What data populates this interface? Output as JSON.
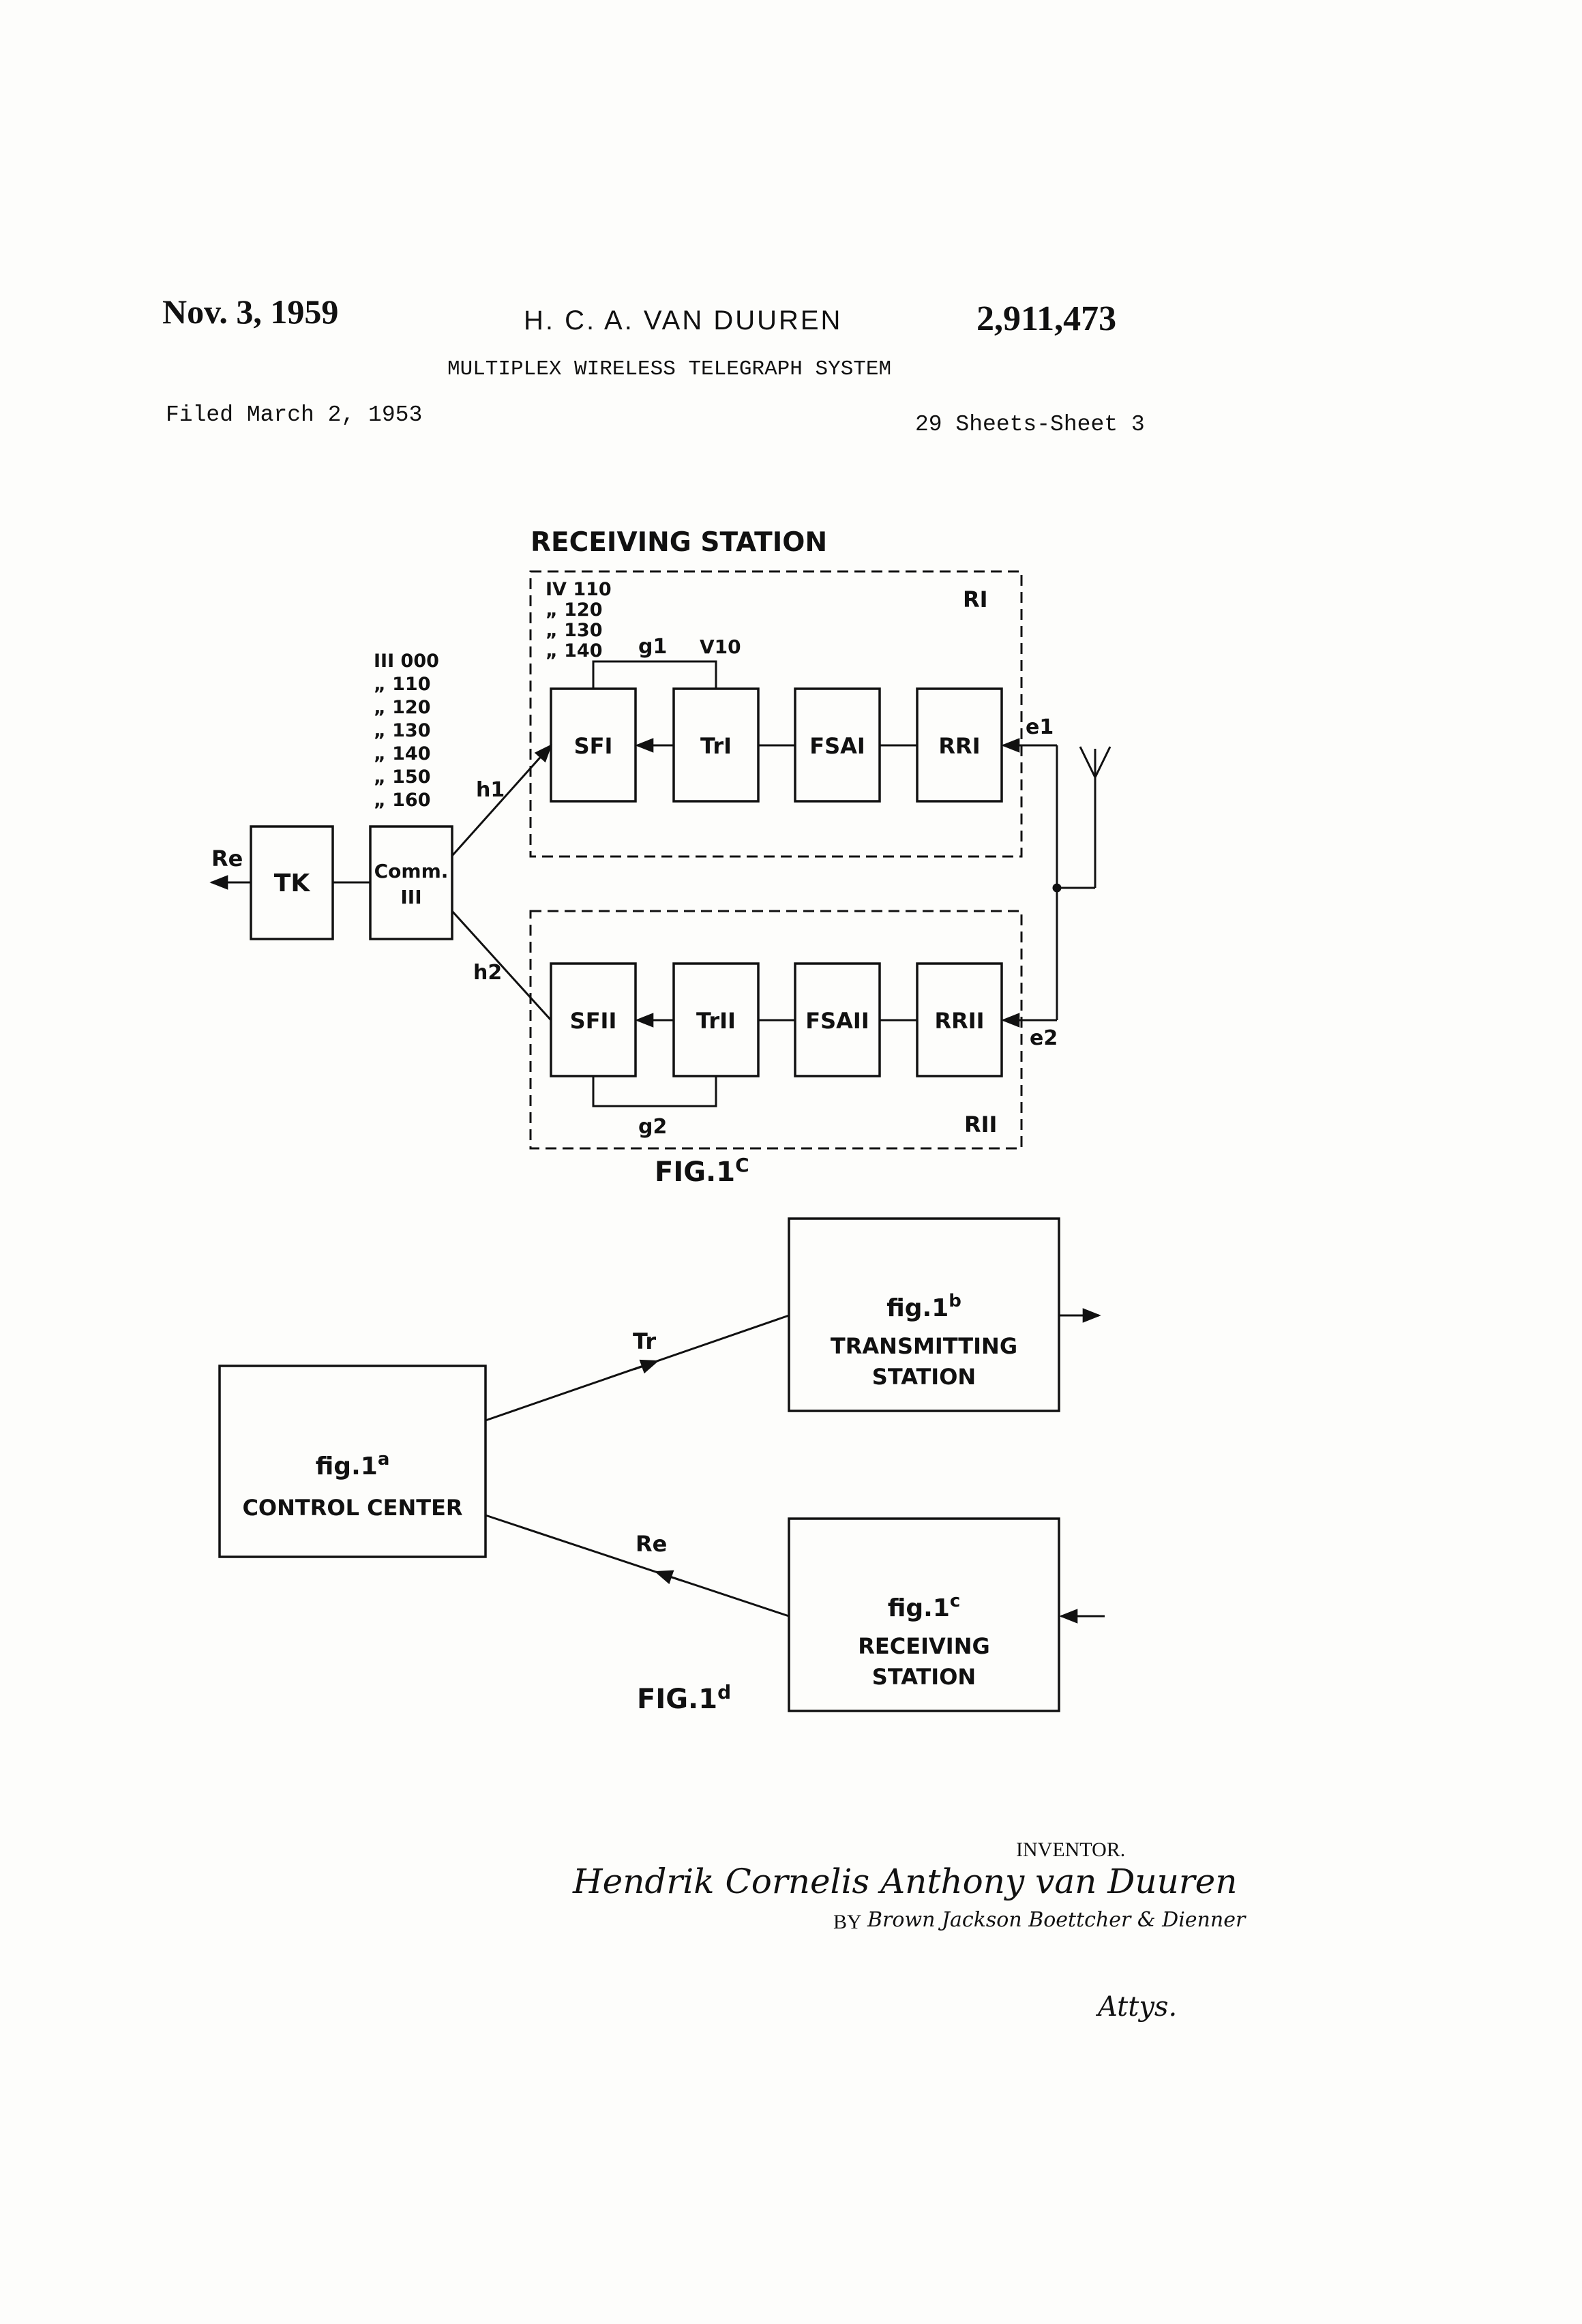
{
  "header": {
    "date": "Nov. 3, 1959",
    "inventor_name": "H. C. A. VAN DUUREN",
    "patent_number": "2,911,473",
    "title": "MULTIPLEX WIRELESS TELEGRAPH SYSTEM",
    "filed": "Filed March 2, 1953",
    "sheets": "29 Sheets-Sheet 3"
  },
  "fig1c": {
    "heading": "RECEIVING STATION",
    "caption_main": "FIG.1",
    "caption_sup": "C",
    "group1_label": "RI",
    "group2_label": "RII",
    "iv_list": [
      "IV 110",
      "„ 120",
      "„ 130",
      "„ 140"
    ],
    "iii_list": [
      "III 000",
      "„ 110",
      "„ 120",
      "„ 130",
      "„ 140",
      "„ 150",
      "„ 160"
    ],
    "g1": "g1",
    "v10": "V10",
    "g2": "g2",
    "blocks_top": [
      "SFI",
      "TrI",
      "FSAI",
      "RRI"
    ],
    "blocks_bottom": [
      "SFII",
      "TrII",
      "FSAII",
      "RRII"
    ],
    "tk": "TK",
    "comm_line1": "Comm.",
    "comm_line2": "III",
    "re": "Re",
    "h1": "h1",
    "h2": "h2",
    "e1": "e1",
    "e2": "e2"
  },
  "fig1d": {
    "caption_main": "FIG.1",
    "caption_sup": "d",
    "control_ref": "fig.1",
    "control_ref_sup": "a",
    "control_label": "CONTROL CENTER",
    "tx_ref": "fig.1",
    "tx_ref_sup": "b",
    "tx_label_1": "TRANSMITTING",
    "tx_label_2": "STATION",
    "rx_ref": "fig.1",
    "rx_ref_sup": "c",
    "rx_label_1": "RECEIVING",
    "rx_label_2": "STATION",
    "tr": "Tr",
    "re": "Re"
  },
  "footer": {
    "inventor_heading": "INVENTOR.",
    "inventor_signature": "Hendrik Cornelis Anthony van Duuren",
    "by": "BY",
    "attorneys_signature": "Brown Jackson Boettcher & Dienner",
    "attys": "Attys."
  }
}
